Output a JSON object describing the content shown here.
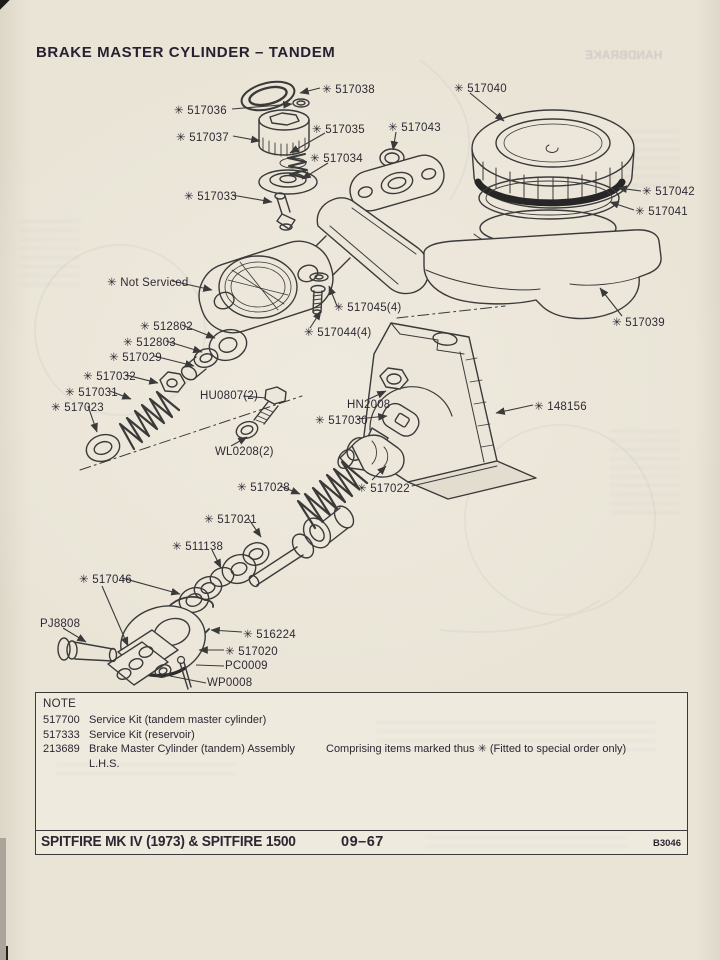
{
  "page": {
    "title": "BRAKE MASTER CYLINDER – TANDEM",
    "ghost_text": "HANDBRAKE"
  },
  "diagram": {
    "labels": [
      {
        "text": "✳ 517038"
      },
      {
        "text": "✳ 517036"
      },
      {
        "text": "✳ 517037"
      },
      {
        "text": "✳ 517035"
      },
      {
        "text": "✳ 517043"
      },
      {
        "text": "✳ 517034"
      },
      {
        "text": "✳ 517033"
      },
      {
        "text": "✳ 517040"
      },
      {
        "text": "✳ 517042"
      },
      {
        "text": "✳ 517041"
      },
      {
        "text": "✳ 517039"
      },
      {
        "text": "✳ Not Serviced"
      },
      {
        "text": "✳ 512802"
      },
      {
        "text": "✳ 512803"
      },
      {
        "text": "✳ 517029"
      },
      {
        "text": "✳ 517032"
      },
      {
        "text": "✳ 517031"
      },
      {
        "text": "✳ 517023"
      },
      {
        "text": "HU0807(2)"
      },
      {
        "text": "WL0208(2)"
      },
      {
        "text": "HN2008"
      },
      {
        "text": "✳ 517030"
      },
      {
        "text": "✳ 148156"
      },
      {
        "text": "✳ 517028"
      },
      {
        "text": "✳ 517022"
      },
      {
        "text": "✳ 517021"
      },
      {
        "text": "✳ 511138"
      },
      {
        "text": "✳ 517046"
      },
      {
        "text": "PJ8808"
      },
      {
        "text": "✳ 516224"
      },
      {
        "text": "✳ 517020"
      },
      {
        "text": "PC0009"
      },
      {
        "text": "WP0008"
      },
      {
        "text": "✳ 517045(4)"
      },
      {
        "text": "✳ 517044(4)"
      }
    ]
  },
  "note": {
    "heading": "NOTE",
    "rows": [
      {
        "number": "517700",
        "description": "Service Kit (tandem master cylinder)",
        "extra": ""
      },
      {
        "number": "517333",
        "description": "Service Kit (reservoir)",
        "extra": ""
      },
      {
        "number": "213689",
        "description": "Brake Master Cylinder (tandem) Assembly L.H.S.",
        "extra": "Comprising items marked thus ✳ (Fitted to special order only)"
      }
    ]
  },
  "footer": {
    "model": "SPITFIRE MK IV (1973) & SPITFIRE 1500",
    "page_code": "09–67",
    "doc_ref": "B3046"
  }
}
